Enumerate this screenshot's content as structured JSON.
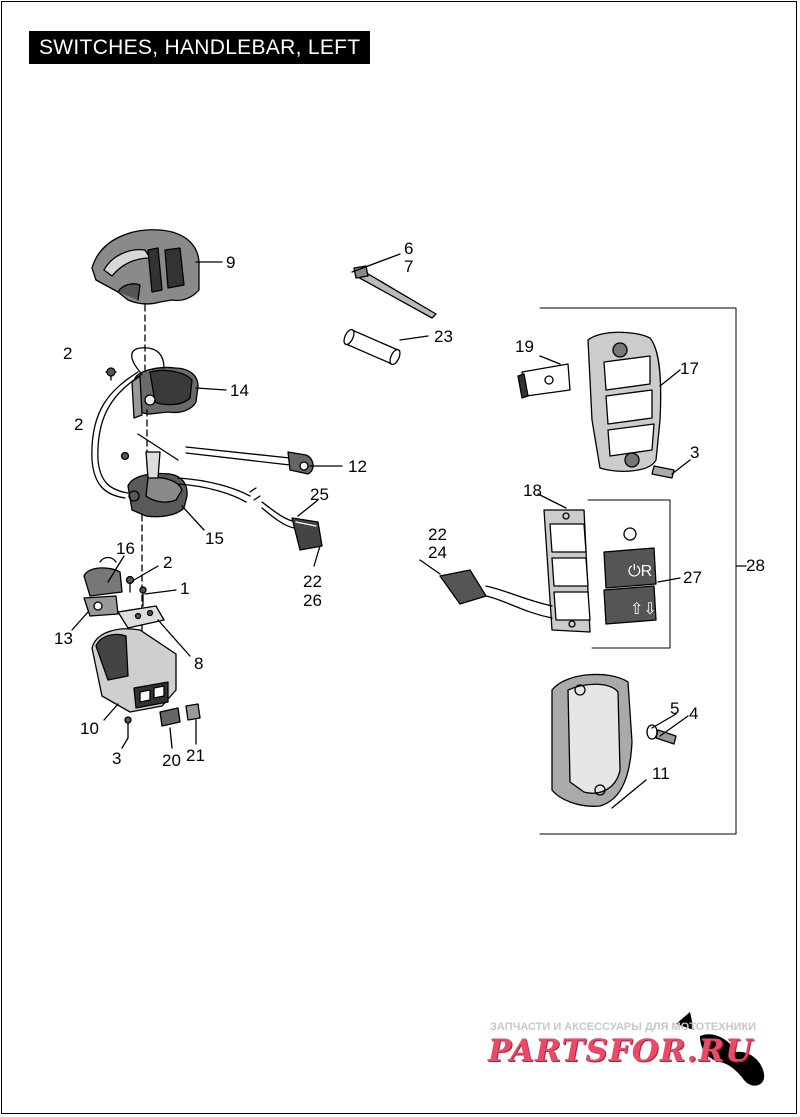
{
  "page": {
    "title": "SWITCHES, HANDLEBAR, LEFT"
  },
  "callouts": {
    "c1": "1",
    "c2a": "2",
    "c2b": "2",
    "c2c": "2",
    "c3a": "3",
    "c3b": "3",
    "c4": "4",
    "c5": "5",
    "c6": "6",
    "c7": "7",
    "c8": "8",
    "c9": "9",
    "c10": "10",
    "c11": "11",
    "c12": "12",
    "c13": "13",
    "c14": "14",
    "c15": "15",
    "c16": "16",
    "c17": "17",
    "c18": "18",
    "c19": "19",
    "c20": "20",
    "c21": "21",
    "c22a": "22",
    "c22b": "22",
    "c23": "23",
    "c24": "24",
    "c25": "25",
    "c26": "26",
    "c27": "27",
    "c28": "28"
  },
  "watermark": {
    "caption": "ЗАПЧАСТИ И АКСЕССУАРЫ ДЛЯ МОТОТЕХНИКИ",
    "brand": "PARTSFOR.RU"
  },
  "colors": {
    "title_bg": "#000000",
    "title_fg": "#ffffff",
    "watermark_brand": "#e94a67"
  }
}
